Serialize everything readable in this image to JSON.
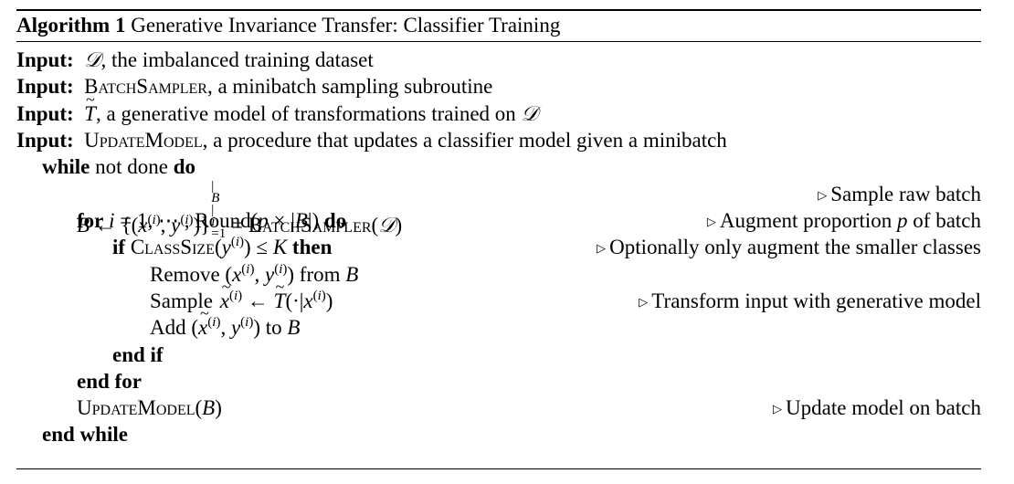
{
  "caption": {
    "label": "Algorithm 1",
    "title": "Generative Invariance Transfer: Classifier Training"
  },
  "inputs": [
    {
      "keyword": "Input:",
      "text": ", the imbalanced training dataset"
    },
    {
      "keyword": "Input:",
      "name": "BatchSampler",
      "text": ", a minibatch sampling subroutine"
    },
    {
      "keyword": "Input:",
      "text": ", a generative model of transformations trained on"
    },
    {
      "keyword": "Input:",
      "name": "UpdateModel",
      "text": ", a procedure that updates a classifier model given a minibatch"
    }
  ],
  "keywords": {
    "while": "while",
    "while_cond": "not done",
    "do": "do",
    "for": "for",
    "if": "if",
    "then": "then",
    "end_if": "end if",
    "end_for": "end for",
    "end_while": "end while"
  },
  "steps": {
    "sample_batch_fn": "BatchSampler",
    "round_fn": "Round",
    "classsize_fn": "ClassSize",
    "remove_text": "Remove",
    "from_text": "from",
    "sample_text": "Sample",
    "add_text": "Add",
    "to_text": "to",
    "update_fn": "UpdateModel"
  },
  "comments": {
    "sample_raw": "Sample raw batch",
    "augment": "Augment proportion",
    "augment_end": "of batch",
    "optional": "Optionally only augment the smaller classes",
    "transform": "Transform input with generative model",
    "update": "Update model on batch"
  }
}
